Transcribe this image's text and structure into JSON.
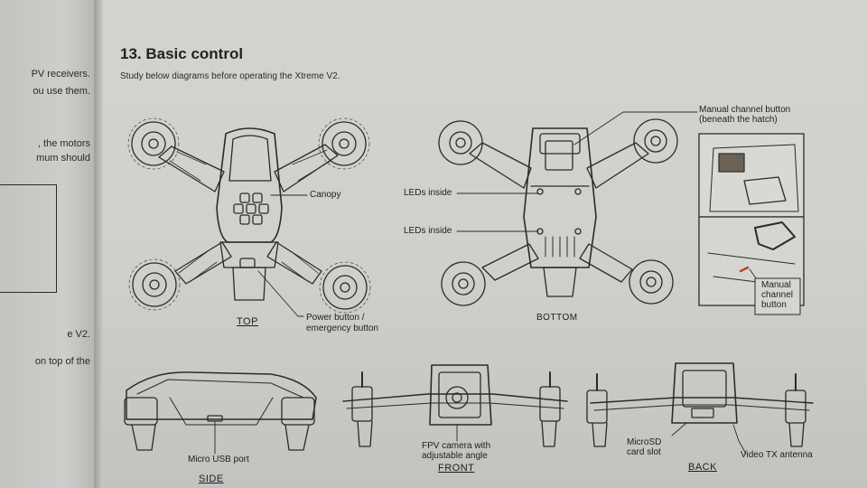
{
  "left_page": {
    "lines": [
      "PV receivers.",
      "ou use them.",
      ", the motors",
      "mum should",
      "e V2.",
      "on top of the"
    ]
  },
  "section": {
    "title": "13. Basic control",
    "intro": "Study below diagrams before operating the Xtreme V2."
  },
  "top_view": {
    "label": "TOP",
    "canopy": "Canopy",
    "power_button": [
      "Power button /",
      "emergency button"
    ]
  },
  "bottom_view": {
    "label": "BOTTOM",
    "leds_inside_1": "LEDs inside",
    "leds_inside_2": "LEDs inside",
    "manual_channel_button": [
      "Manual channel button",
      "(beneath the hatch)"
    ]
  },
  "inset": {
    "label": [
      "Manual",
      "channel",
      "button"
    ]
  },
  "side_view": {
    "label": "SIDE",
    "micro_usb": "Micro USB port"
  },
  "front_view": {
    "label": "FRONT",
    "fpv_camera": [
      "FPV camera with",
      "adjustable angle"
    ]
  },
  "back_view": {
    "label": "BACK",
    "microsd": [
      "MicroSD",
      "card slot"
    ],
    "video_tx": "Video TX antenna"
  }
}
